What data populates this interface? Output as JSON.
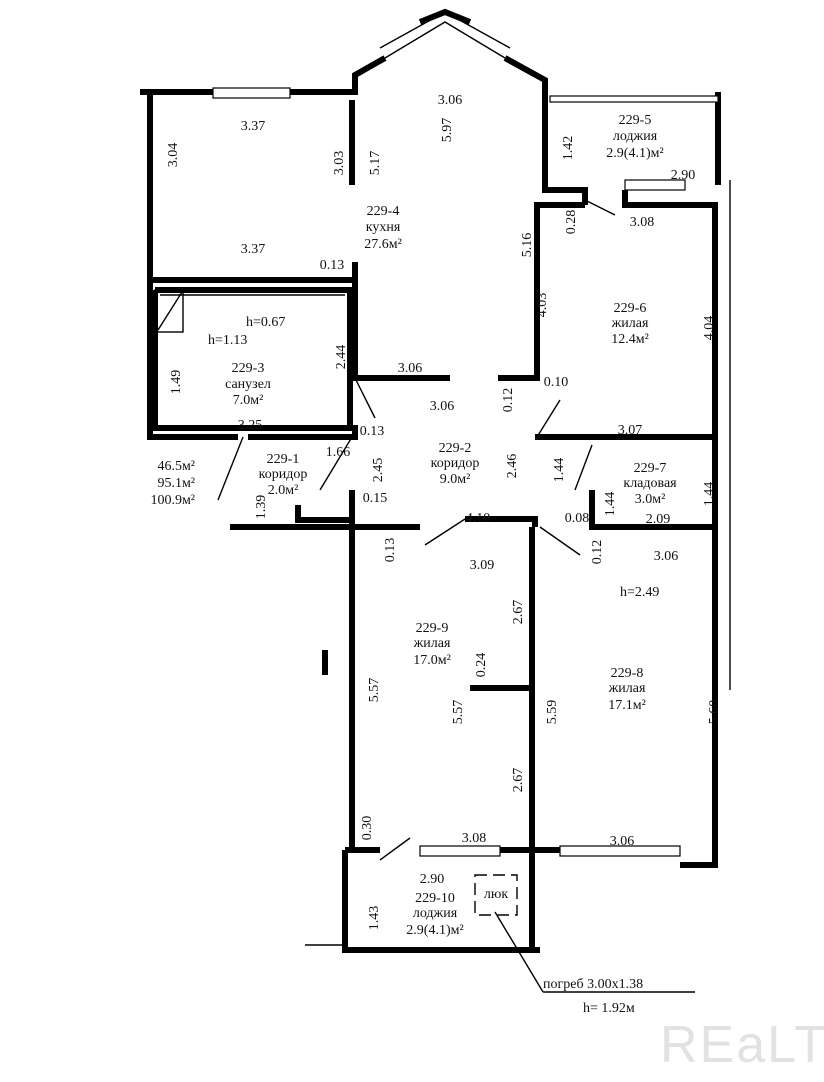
{
  "rooms": [
    {
      "id": "229-4",
      "name": "кухня",
      "area": "27.6м²"
    },
    {
      "id": "229-5",
      "name": "лоджия",
      "area": "2.9(4.1)м²"
    },
    {
      "id": "229-6",
      "name": "жилая",
      "area": "12.4м²"
    },
    {
      "id": "229-3",
      "name": "санузел",
      "area": "7.0м²"
    },
    {
      "id": "229-1",
      "name": "коридор",
      "area": "2.0м²"
    },
    {
      "id": "229-2",
      "name": "коридор",
      "area": "9.0м²"
    },
    {
      "id": "229-7",
      "name": "кладовая",
      "area": "3.0м²"
    },
    {
      "id": "229-9",
      "name": "жилая",
      "area": "17.0м²"
    },
    {
      "id": "229-8",
      "name": "жилая",
      "area": "17.1м²"
    },
    {
      "id": "229-10",
      "name": "лоджия",
      "area": "2.9(4.1)м²"
    }
  ],
  "dims": [
    "3.37",
    "3.04",
    "3.03",
    "5.17",
    "3.06",
    "5.97",
    "1.42",
    "2.90",
    "3.08",
    "0.28",
    "5.16",
    "3.37",
    "4.03",
    "4.04",
    "0.10",
    "0.12",
    "3.06",
    "3.06",
    "2.44",
    "1.49",
    "3.25",
    "0.13",
    "1.66",
    "2.45",
    "2.46",
    "1.44",
    "3.07",
    "1.44",
    "1.44",
    "2.09",
    "0.08",
    "0.15",
    "1.39",
    "0.13",
    "4.10",
    "3.09",
    "0.12",
    "3.06",
    "2.67",
    "0.24",
    "5.57",
    "5.57",
    "5.59",
    "5.60",
    "2.67",
    "0.30",
    "3.08",
    "3.06",
    "2.90",
    "1.43",
    "0.13"
  ],
  "notes": {
    "h_067": "h=0.67",
    "h_113": "h=1.13",
    "h_249": "h=2.49",
    "total_living": "46.5м²",
    "total_area": "95.1м²",
    "total_with_loggias": "100.9м²",
    "hatch": "люк",
    "cellar": "погреб 3.00x1.38",
    "cellar_height": "h= 1.92м"
  },
  "watermark": "REaLT"
}
